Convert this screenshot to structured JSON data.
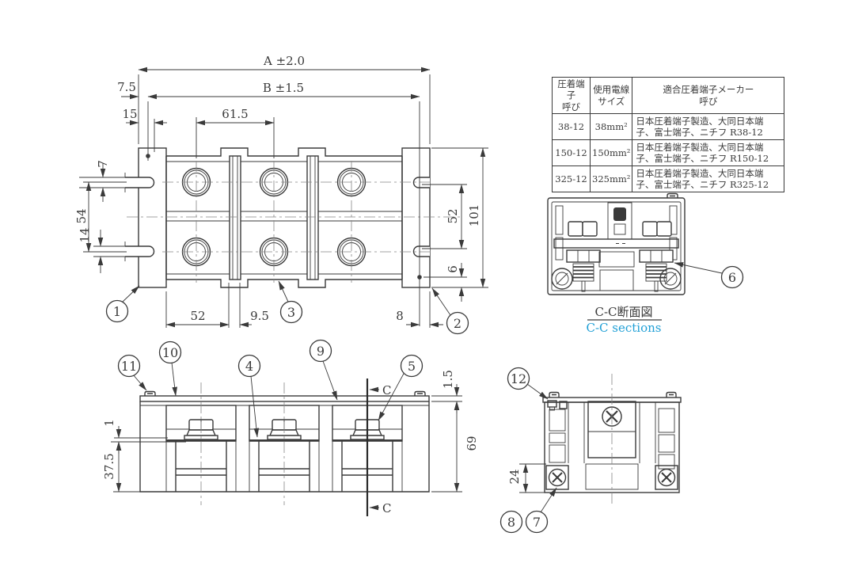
{
  "drawing": {
    "line_color": "#3a3a3a",
    "accent_color": "#1f9fd6"
  },
  "table": {
    "headers": [
      "圧着端子\n呼び",
      "使用電線\nサイズ",
      "適合圧着端子メーカー\n呼び"
    ],
    "rows": [
      {
        "terminal": "38-12",
        "wire_size": "38mm²",
        "makers": "日本圧着端子製造、大同日本端子、富士端子、ニチフ R38-12"
      },
      {
        "terminal": "150-12",
        "wire_size": "150mm²",
        "makers": "日本圧着端子製造、大同日本端子、富士端子、ニチフ R150-12"
      },
      {
        "terminal": "325-12",
        "wire_size": "325mm²",
        "makers": "日本圧着端子製造、大同日本端子、富士端子、ニチフ R325-12"
      }
    ]
  },
  "top_view": {
    "dim_a": "A ±2.0",
    "dim_b": "B ±1.5",
    "dim_7_5": "7.5",
    "dim_15": "15",
    "dim_61_5": "61.5",
    "dim_7": "7",
    "dim_54": "54",
    "dim_14": "14",
    "dim_52_right": "52",
    "dim_101": "101",
    "dim_6": "6",
    "dim_52_bottom": "52",
    "dim_9_5": "9.5",
    "dim_8": "8",
    "callout_1": "1",
    "callout_2": "2",
    "callout_3": "3"
  },
  "front_view": {
    "dim_1": "1",
    "dim_37_5": "37.5",
    "dim_1_5": "1.5",
    "dim_69": "69",
    "callout_11": "11",
    "callout_10": "10",
    "callout_4": "4",
    "callout_9": "9",
    "callout_5": "5",
    "section_label_top": "C",
    "section_label_bottom": "C"
  },
  "side_view": {
    "dim_24": "24",
    "callout_12": "12",
    "callout_8": "8",
    "callout_7": "7"
  },
  "section_view": {
    "callout_6": "6",
    "title_jp": "C-C断面図",
    "title_en": "C-C sections"
  }
}
